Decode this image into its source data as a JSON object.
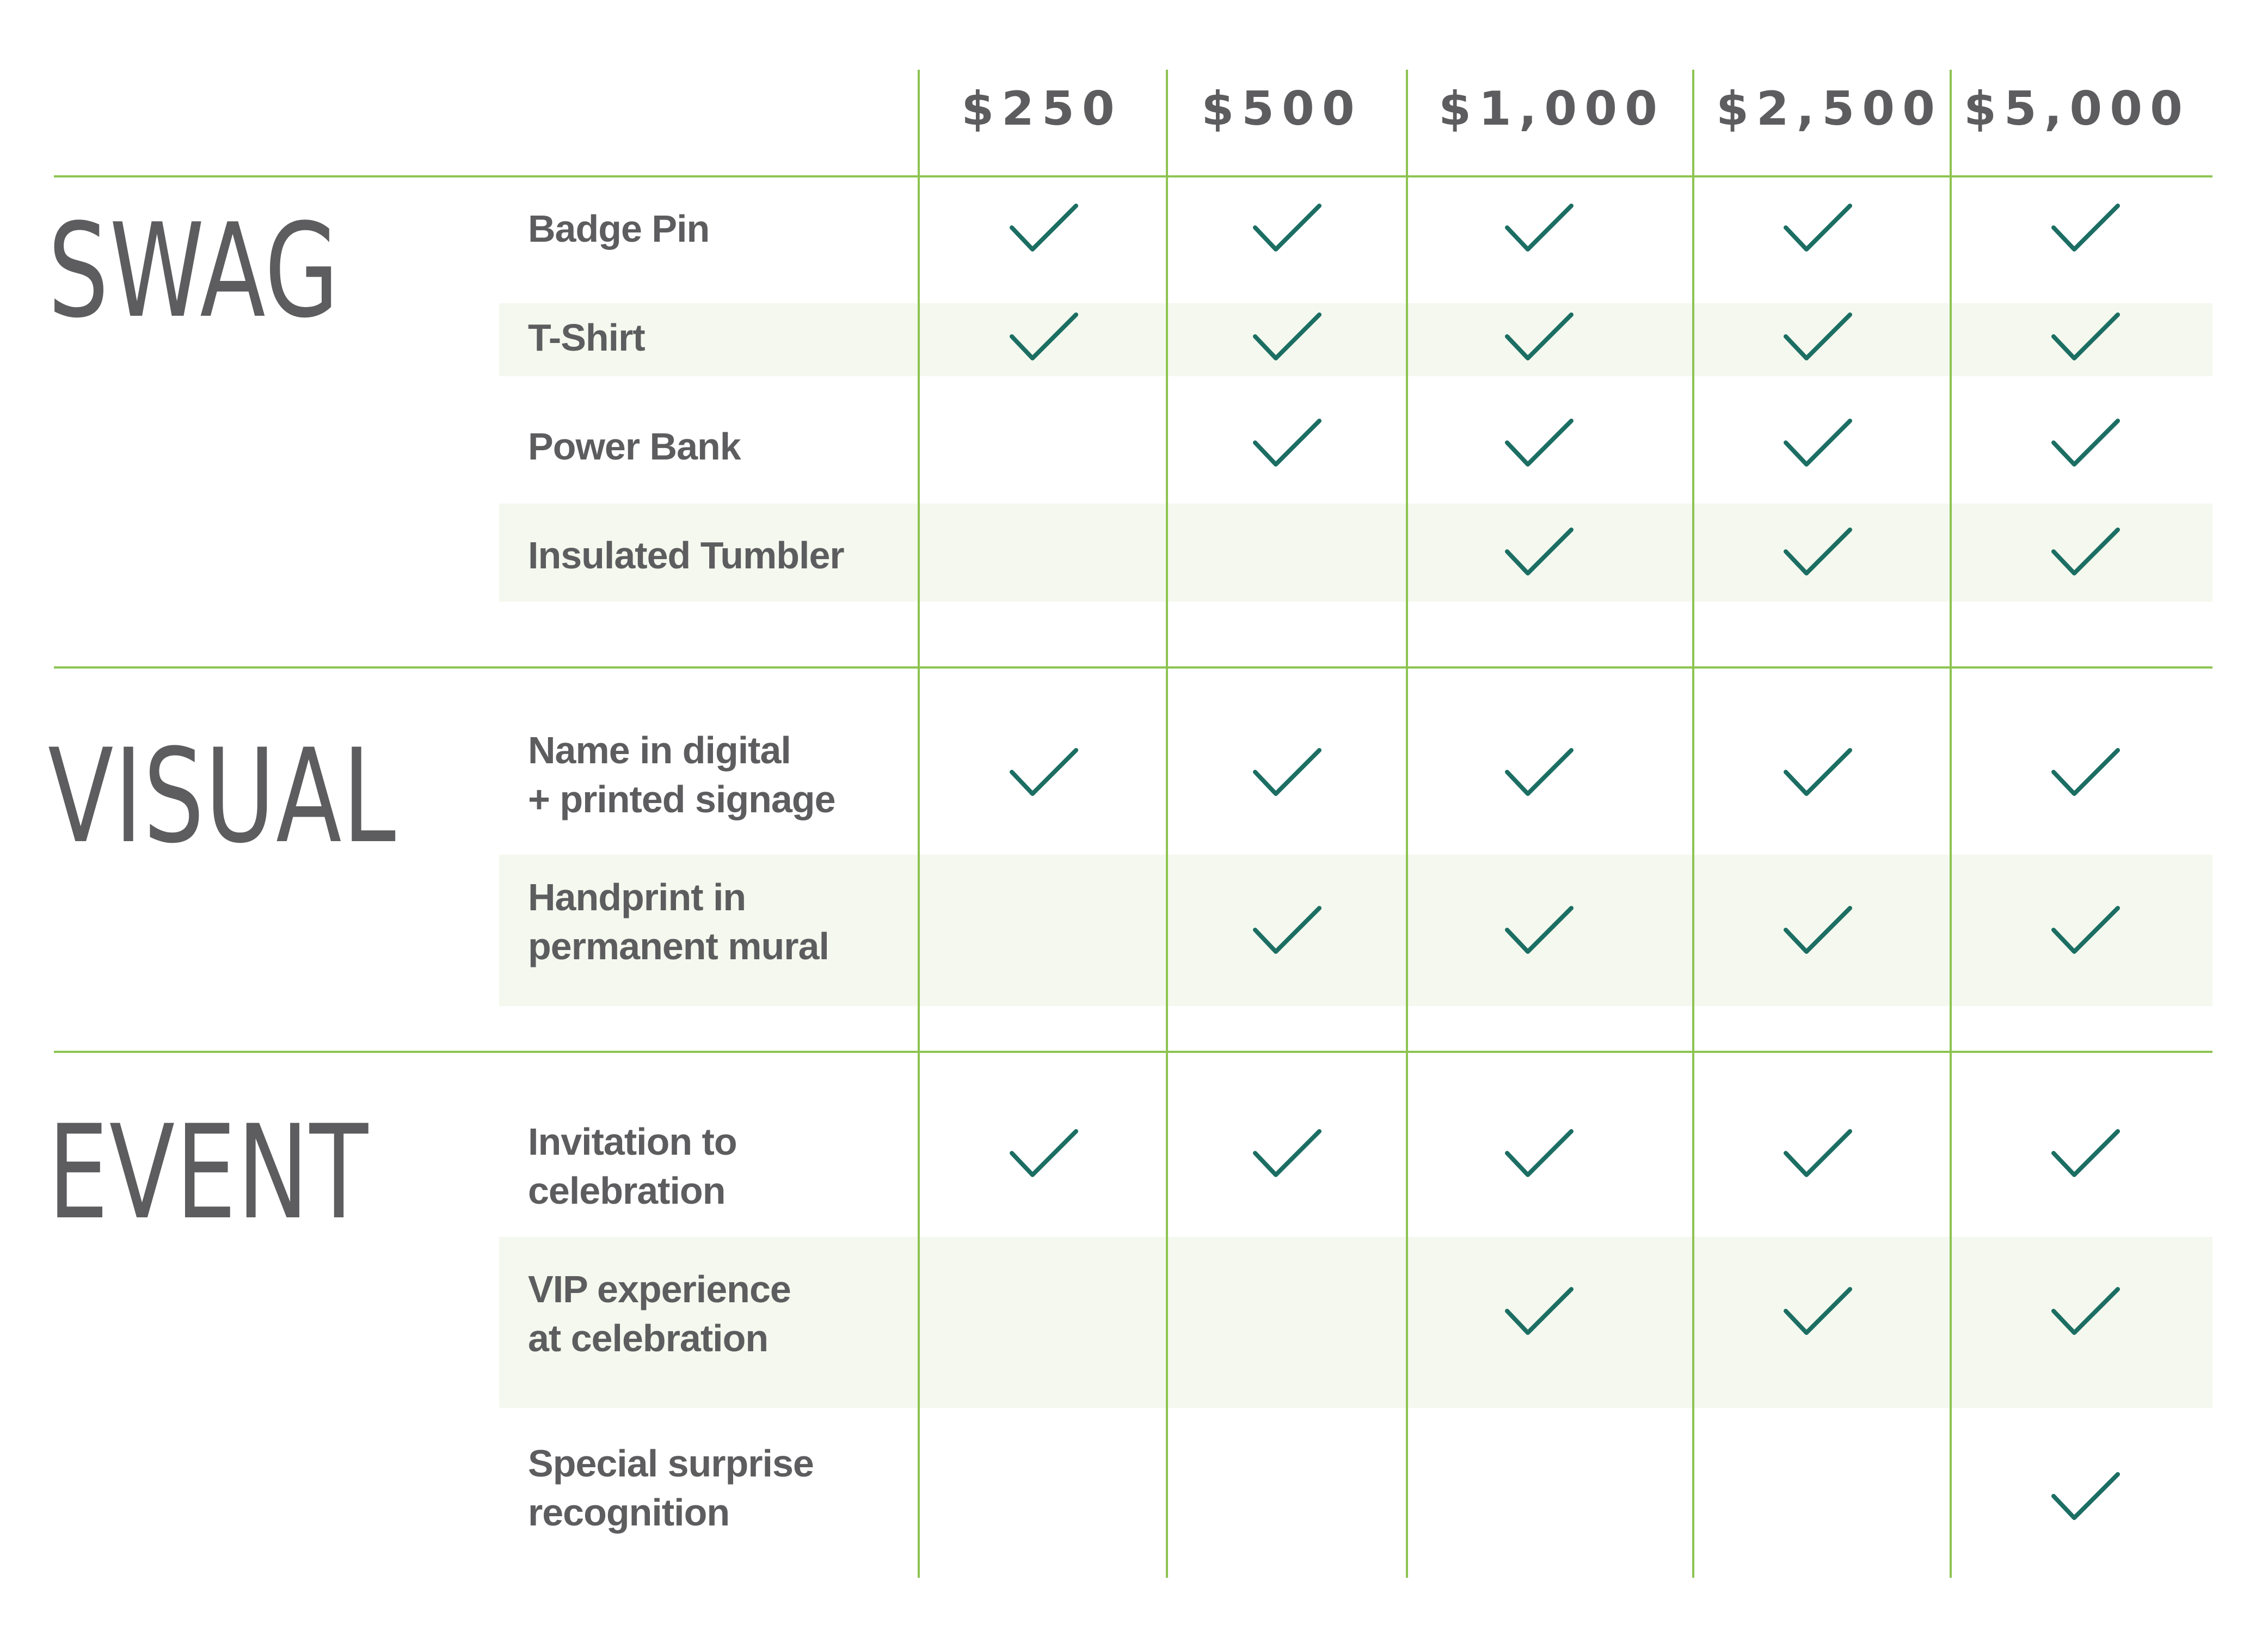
{
  "check_icon": "check-icon",
  "colors": {
    "rule": "#8dc452",
    "band": "#f4f8ee",
    "text": "#5d5d5f",
    "check": "#1c6e63"
  },
  "tiers": [
    "$250",
    "$500",
    "$1,000",
    "$2,500",
    "$5,000"
  ],
  "sections": [
    {
      "title": "SWAG",
      "rows": [
        {
          "label": "Badge Pin",
          "checks": [
            true,
            true,
            true,
            true,
            true
          ]
        },
        {
          "label": "T-Shirt",
          "checks": [
            true,
            true,
            true,
            true,
            true
          ]
        },
        {
          "label": "Power Bank",
          "checks": [
            false,
            true,
            true,
            true,
            true
          ]
        },
        {
          "label": "Insulated Tumbler",
          "checks": [
            false,
            false,
            true,
            true,
            true
          ]
        }
      ]
    },
    {
      "title": "VISUAL",
      "rows": [
        {
          "label": "Name in digital\n+ printed signage",
          "checks": [
            true,
            true,
            true,
            true,
            true
          ]
        },
        {
          "label": "Handprint in\npermanent mural",
          "checks": [
            false,
            true,
            true,
            true,
            true
          ]
        }
      ]
    },
    {
      "title": "EVENT",
      "rows": [
        {
          "label": "Invitation to\ncelebration",
          "checks": [
            true,
            true,
            true,
            true,
            true
          ]
        },
        {
          "label": "VIP experience\nat celebration",
          "checks": [
            false,
            false,
            true,
            true,
            true
          ]
        },
        {
          "label": "Special surprise\nrecognition",
          "checks": [
            false,
            false,
            false,
            false,
            true
          ]
        }
      ]
    }
  ]
}
